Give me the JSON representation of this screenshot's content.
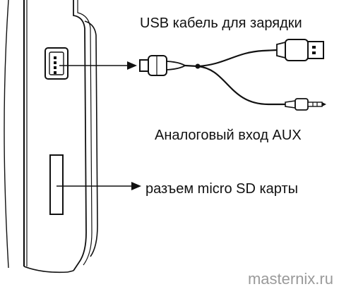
{
  "labels": {
    "usb_cable": "USB кабель для зарядки",
    "aux_input": "Аналоговый вход AUX",
    "sd_slot": "разъем micro SD карты"
  },
  "watermark": "masternix.ru",
  "colors": {
    "line": "#111111",
    "background": "#ffffff",
    "watermark": "#9a9a9a"
  }
}
